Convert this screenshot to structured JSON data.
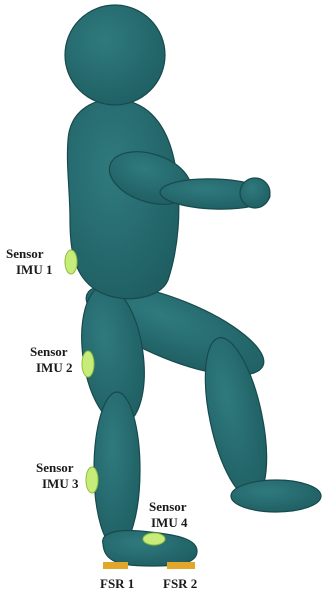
{
  "figure": {
    "colors": {
      "body": "#1f5f63",
      "body_highlight": "#2f7a7e",
      "body_outline": "#174a4d",
      "sensor": "#c8ec7a",
      "sensor_outline": "#8fbf3c",
      "fsr": "#e2a62a",
      "label": "#1a1a1a"
    },
    "labels": {
      "imu1_line1": "Sensor",
      "imu1_line2": "IMU 1",
      "imu2_line1": "Sensor",
      "imu2_line2": "IMU 2",
      "imu3_line1": "Sensor",
      "imu3_line2": "IMU 3",
      "imu4_line1": "Sensor",
      "imu4_line2": "IMU 4",
      "fsr1": "FSR 1",
      "fsr2": "FSR 2"
    }
  }
}
